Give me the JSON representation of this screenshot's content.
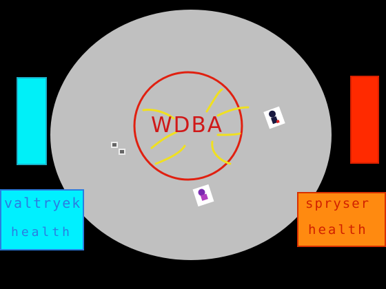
{
  "arena": {
    "logo_text": "WDBA",
    "colors": {
      "background": "#000000",
      "arena": "#c0c0c0",
      "ring": "#e02010",
      "logo": "#d01818",
      "sparks": "#f0e020"
    }
  },
  "players": {
    "left": {
      "name_label": "valtryek",
      "health_label": "health",
      "bar_color": "#00f0f8",
      "panel_color": "#00f0ff",
      "text_color": "#2a7de0",
      "health": 1.0
    },
    "right": {
      "name_label": "spryser",
      "health_label": "health",
      "bar_color": "#ff2a00",
      "panel_color": "#ff8a10",
      "text_color": "#d02000",
      "health": 1.0
    }
  }
}
